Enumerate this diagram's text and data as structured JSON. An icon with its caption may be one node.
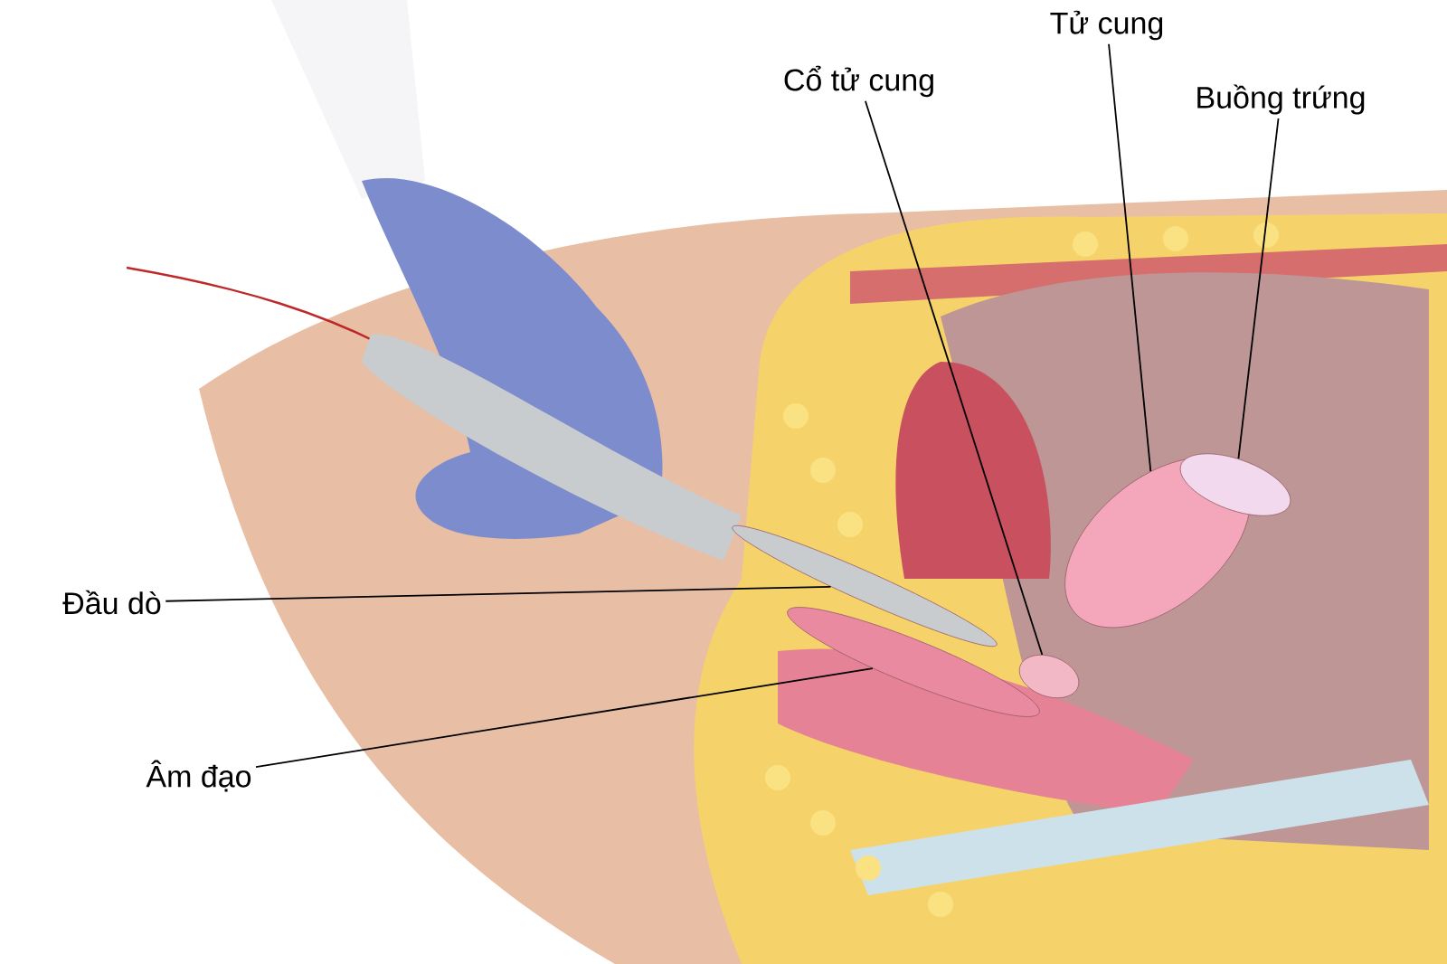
{
  "diagram": {
    "nodes": [
      {
        "text": [
          "Cổ tử cung"
        ]
      },
      {
        "text": [
          "Tử cung"
        ]
      },
      {
        "text": [
          "Buồng trứng"
        ]
      },
      {
        "text": [
          "Đầu dò"
        ]
      },
      {
        "text": [
          "Âm đạo"
        ]
      },
      {
        "text": [],
        "shape": "picture"
      },
      {
        "text": [],
        "shape": "picture"
      },
      {
        "text": [],
        "shape": "picture"
      },
      {
        "text": [],
        "shape": "picture"
      },
      {
        "text": [],
        "shape": "picture"
      }
    ],
    "edges": [
      {
        "from": 0,
        "to": 5,
        "arrow": "none"
      },
      {
        "from": 1,
        "to": 6,
        "arrow": "none"
      },
      {
        "from": 2,
        "to": 7,
        "arrow": "none"
      },
      {
        "from": 3,
        "to": 8,
        "arrow": "none"
      },
      {
        "from": 4,
        "to": 9,
        "arrow": "none"
      }
    ]
  }
}
